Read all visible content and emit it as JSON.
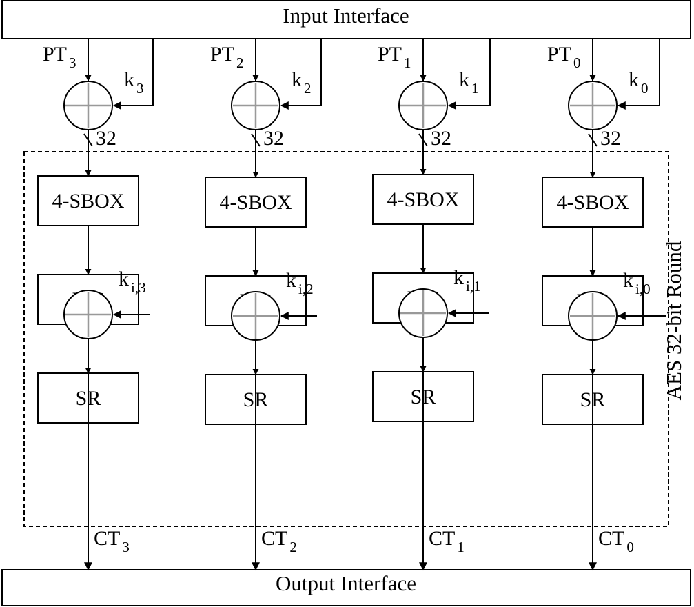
{
  "input_interface": "Input Interface",
  "output_interface": "Output Interface",
  "round_label": "AES 32-bit Round",
  "columns": [
    {
      "pt_main": "PT",
      "pt_sub": "3",
      "k_main": "k",
      "k_sub": "3",
      "width_label": "32",
      "sbox": "4-SBOX",
      "mc": "MC",
      "sr": "SR",
      "ki_main": "k",
      "ki_sub": "i,3",
      "ct_main": "CT",
      "ct_sub": "3"
    },
    {
      "pt_main": "PT",
      "pt_sub": "2",
      "k_main": "k",
      "k_sub": "2",
      "width_label": "32",
      "sbox": "4-SBOX",
      "mc": "MC",
      "sr": "SR",
      "ki_main": "k",
      "ki_sub": "i,2",
      "ct_main": "CT",
      "ct_sub": "2"
    },
    {
      "pt_main": "PT",
      "pt_sub": "1",
      "k_main": "k",
      "k_sub": "1",
      "width_label": "32",
      "sbox": "4-SBOX",
      "mc": "MC",
      "sr": "SR",
      "ki_main": "k",
      "ki_sub": "i,1",
      "ct_main": "CT",
      "ct_sub": "1"
    },
    {
      "pt_main": "PT",
      "pt_sub": "0",
      "k_main": "k",
      "k_sub": "0",
      "width_label": "32",
      "sbox": "4-SBOX",
      "mc": "MC",
      "sr": "SR",
      "ki_main": "k",
      "ki_sub": "i,0",
      "ct_main": "CT",
      "ct_sub": "0"
    }
  ]
}
